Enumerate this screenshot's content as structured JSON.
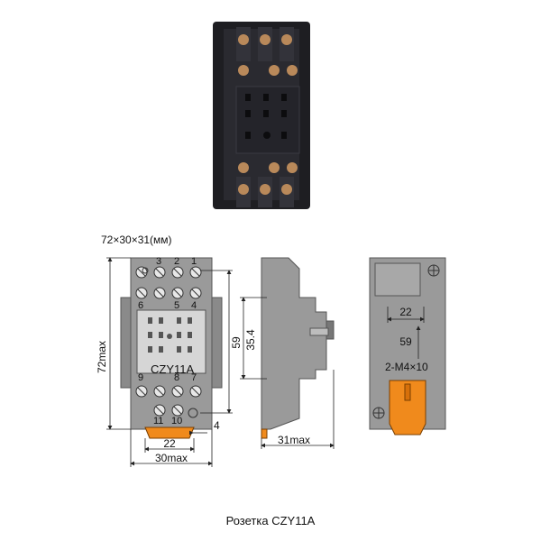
{
  "colors": {
    "body_gray": "#9a9a9a",
    "body_dark": "#6e6e6e",
    "photo_black": "#1e1e22",
    "terminal_brass": "#b9895a",
    "clip_orange": "#f08a1c",
    "dim_line": "#222222"
  },
  "dimensions_note": "72×30×31(мм)",
  "front_view": {
    "terminal_numbers_top": [
      "3",
      "2",
      "1"
    ],
    "terminal_numbers_mid": [
      "6",
      "5",
      "4"
    ],
    "terminal_numbers_low": [
      "9",
      "8",
      "7"
    ],
    "terminal_numbers_bottom": [
      "11",
      "10"
    ],
    "model_label": "CZY11A",
    "dim_height": "72max",
    "dim_hole_spacing": "59",
    "dim_clip_width": "22",
    "dim_width": "30max",
    "dim_side": "4"
  },
  "side_view": {
    "dim_rail": "35.4",
    "dim_depth": "31max"
  },
  "mount_view": {
    "dim_width": "22",
    "dim_height": "59",
    "screw_label": "2-M4×10"
  },
  "caption": "Розетка CZY11A"
}
